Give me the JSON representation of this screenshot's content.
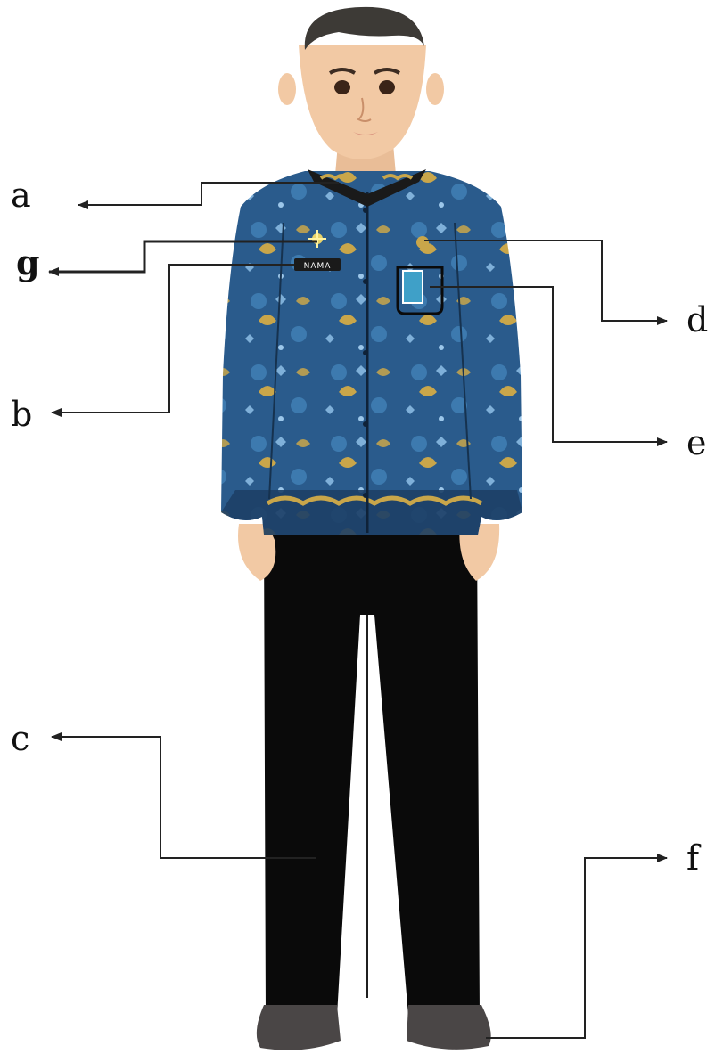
{
  "labels": {
    "a": "a",
    "b": "b",
    "c": "c",
    "d": "d",
    "e": "e",
    "f": "f",
    "g": "g"
  },
  "name_tag": "NAMA",
  "colors": {
    "shirt_blue": "#2a5b8c",
    "shirt_dark": "#1d3f66",
    "motif_gold": "#c9a64a",
    "trousers": "#0a0a0a",
    "shoes": "#4a4646",
    "skin": "#f2c9a4",
    "hair": "#3d3a36",
    "line": "#222222"
  }
}
